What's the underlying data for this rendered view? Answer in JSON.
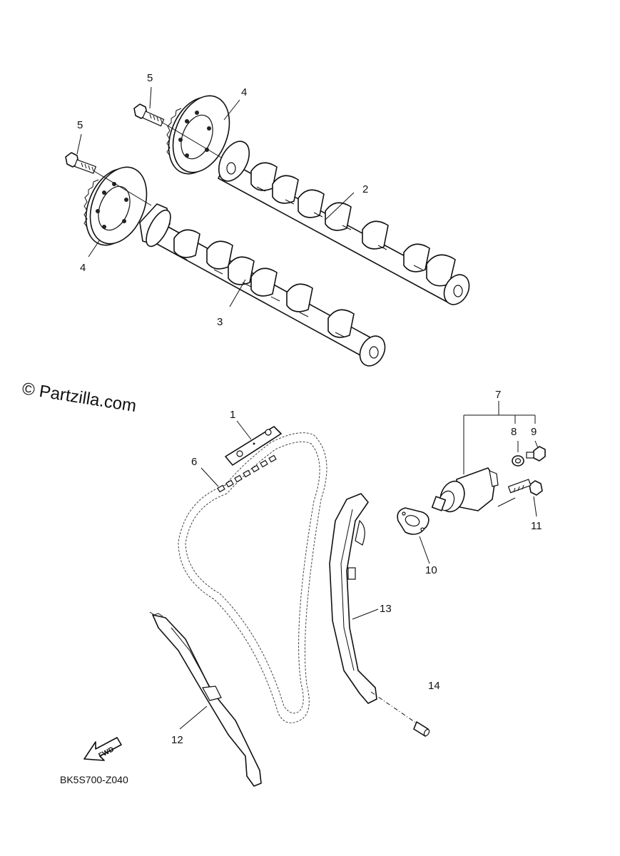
{
  "watermark": "© Partzilla.com",
  "diagram_code": "BK5S700-Z040",
  "fwd_label": "FWD",
  "callouts": {
    "c1": "1",
    "c2": "2",
    "c3": "3",
    "c4a": "4",
    "c4b": "4",
    "c5a": "5",
    "c5b": "5",
    "c6": "6",
    "c7": "7",
    "c8": "8",
    "c9": "9",
    "c10": "10",
    "c11": "11",
    "c12": "12",
    "c13": "13",
    "c14": "14"
  }
}
